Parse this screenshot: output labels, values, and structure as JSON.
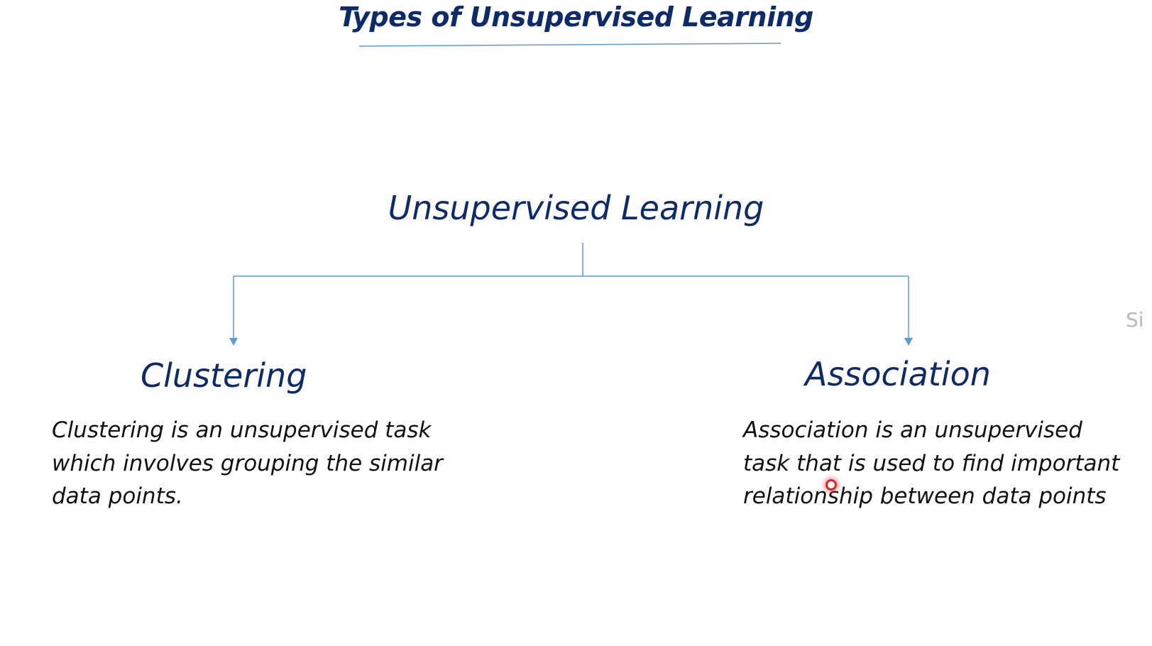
{
  "slide": {
    "title": "Types of Unsupervised Learning",
    "edge_text": "Si"
  },
  "diagram": {
    "root": "Unsupervised Learning",
    "branches": [
      {
        "label": "Clustering",
        "description": "Clustering is an unsupervised task which involves grouping the similar data points."
      },
      {
        "label": "Association",
        "description": "Association is an unsupervised task that is used to find important relationship between data points"
      }
    ]
  },
  "colors": {
    "heading": "#0d2a6b",
    "body_text": "#111111",
    "connector": "#5b9bd5",
    "cursor": "#e0202a"
  }
}
